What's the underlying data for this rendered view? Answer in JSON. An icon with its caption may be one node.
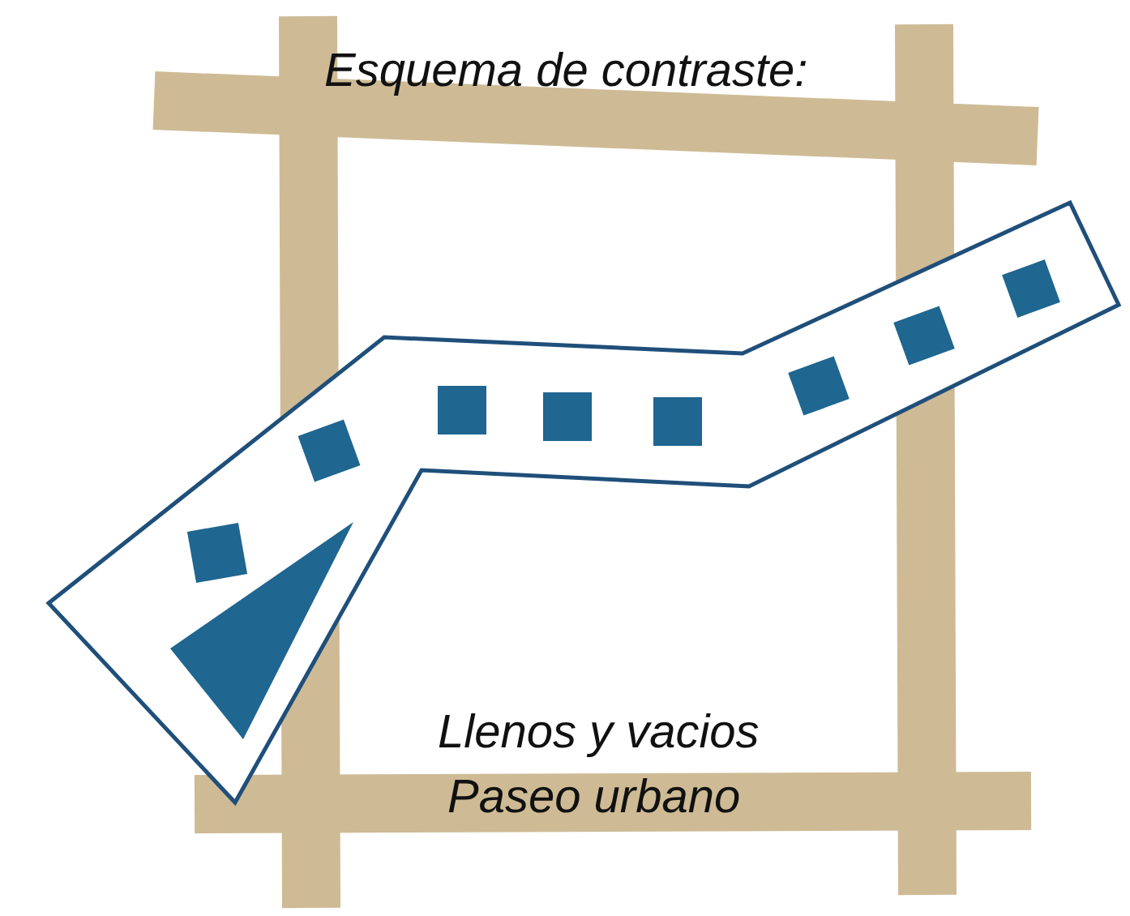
{
  "diagram": {
    "title": "Esquema de contraste:",
    "labels": [
      "Llenos y vacios",
      "Paseo urbano"
    ]
  }
}
